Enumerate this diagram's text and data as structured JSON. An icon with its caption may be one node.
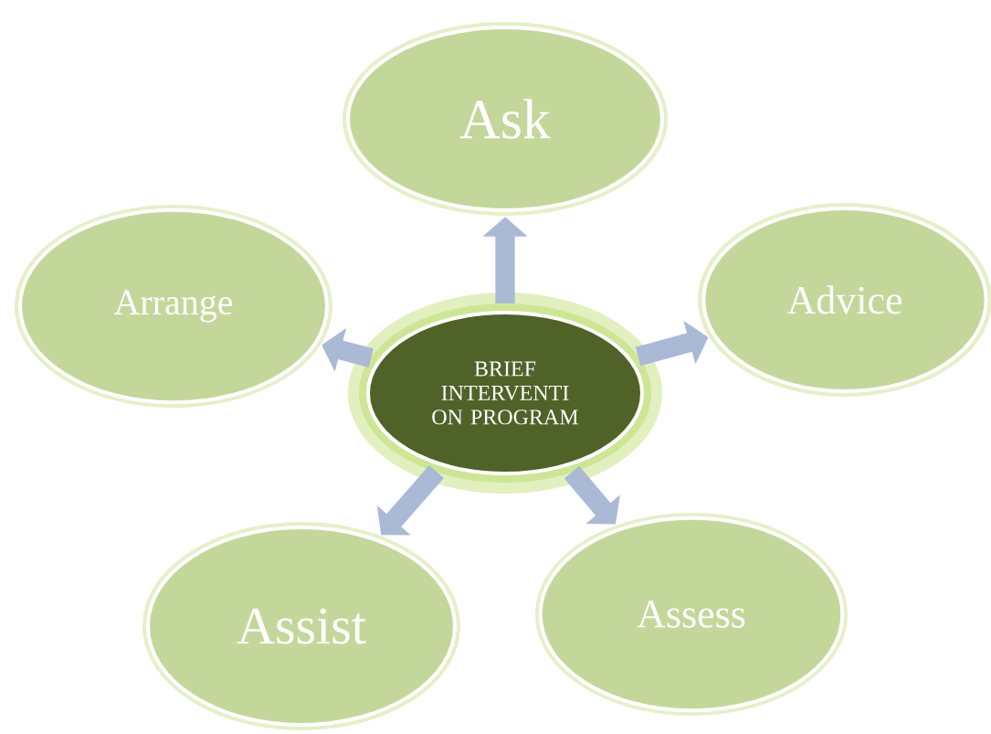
{
  "diagram": {
    "nodes": [
      {
        "text": [
          "BRIEF INTERVENTI ON PROGRAM"
        ]
      },
      {
        "text": [
          "Ask"
        ]
      },
      {
        "text": [
          "Advice"
        ]
      },
      {
        "text": [
          "Assess"
        ]
      },
      {
        "text": [
          "Assist"
        ]
      },
      {
        "text": [
          "Arrange"
        ]
      }
    ],
    "edges": [
      {
        "from": 0,
        "to": 1,
        "arrow": "to"
      },
      {
        "from": 0,
        "to": 2,
        "arrow": "to"
      },
      {
        "from": 0,
        "to": 3,
        "arrow": "to"
      },
      {
        "from": 0,
        "to": 4,
        "arrow": "to"
      },
      {
        "from": 0,
        "to": 5,
        "arrow": "to"
      }
    ]
  }
}
